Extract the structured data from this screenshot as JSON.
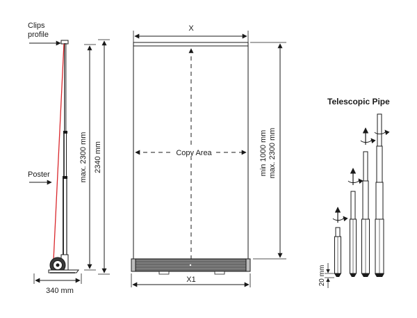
{
  "side_view": {
    "clips_label_line1": "Clips",
    "clips_label_line2": "profile",
    "poster_label": "Poster",
    "height_inner": "max. 2300 mm",
    "height_outer": "2340 mm",
    "base_width": "340 mm"
  },
  "front_view": {
    "top_width": "X",
    "copy_area": "Copy Area",
    "height_min": "min 1000 mm",
    "height_max": "max. 2300 mm",
    "base_width": "X1"
  },
  "telescopic": {
    "title": "Telescopic Pipe",
    "bottom_dim": "20 mm"
  },
  "colors": {
    "line": "#1a1a1a",
    "poster": "#d9262b",
    "base": "#6e6e6e"
  }
}
